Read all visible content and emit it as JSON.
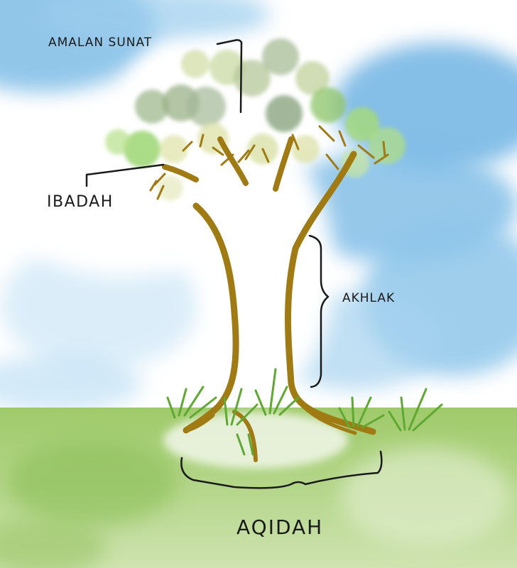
{
  "labels": {
    "amalan_sunat": "AMALAN SUNAT",
    "ibadah": "IBADAH",
    "akhlak": "AKHLAK",
    "aqidah": "AQIDAH"
  },
  "colors": {
    "sky": "#8cc4ea",
    "cloud": "#ffffff",
    "ground": "#a9cf76",
    "grass": "#5fa832",
    "trunk": "#a07a12",
    "foliage_dark": "#8fae7a",
    "foliage_light": "#a9d86a",
    "ink": "#1a1a1a"
  }
}
